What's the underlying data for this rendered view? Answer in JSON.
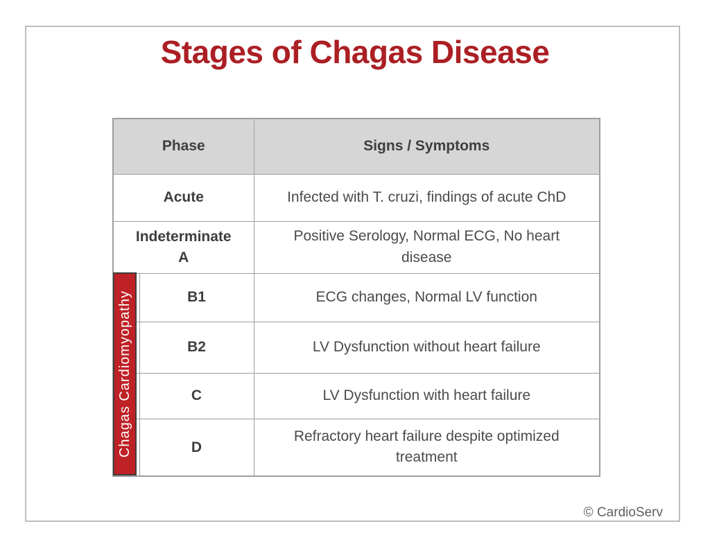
{
  "page": {
    "title": "Stages of Chagas Disease",
    "copyright": "© CardioServ"
  },
  "colors": {
    "title_red": "#AB1F24",
    "group_bar_red": "#BE2126",
    "group_bar_border": "#3F3F3F",
    "header_bg": "#D6D6D6",
    "table_border": "#9E9E9E",
    "frame_border": "#BDBDBD",
    "text_dark": "#3E3E3E",
    "text_body": "#4A4A4A"
  },
  "ui": {
    "table": {
      "column_headers": [
        "Phase",
        "Signs / Symptoms"
      ],
      "group_label": "Chagas Cardiomyopathy",
      "rows": [
        {
          "phase_display": "Acute",
          "signs_display": "Infected with T. cruzi, findings of acute ChD",
          "in_group": false
        },
        {
          "phase_display": "Indeterminate\nA",
          "signs_display": "Positive Serology, Normal ECG, No heart\ndisease",
          "in_group": false
        },
        {
          "phase_display": "B1",
          "signs_display": "ECG changes, Normal LV function",
          "in_group": true
        },
        {
          "phase_display": "B2",
          "signs_display": "LV Dysfunction without heart failure",
          "in_group": true
        },
        {
          "phase_display": "C",
          "signs_display": "LV Dysfunction with heart failure",
          "in_group": true
        },
        {
          "phase_display": "D",
          "signs_display": "Refractory heart failure despite optimized\ntreatment",
          "in_group": true
        }
      ]
    }
  },
  "chart_data": {
    "type": "table",
    "title": "Stages of Chagas Disease",
    "columns": [
      "Phase",
      "Signs / Symptoms"
    ],
    "rows": [
      [
        "Acute",
        "Infected with T. cruzi, findings of acute ChD"
      ],
      [
        "Indeterminate A",
        "Positive Serology, Normal ECG, No heart disease"
      ],
      [
        "B1",
        "ECG changes, Normal LV function"
      ],
      [
        "B2",
        "LV Dysfunction without heart failure"
      ],
      [
        "C",
        "LV Dysfunction with heart failure"
      ],
      [
        "D",
        "Refractory heart failure despite optimized treatment"
      ]
    ],
    "row_group": {
      "label": "Chagas Cardiomyopathy",
      "grouped_phases": [
        "B1",
        "B2",
        "C",
        "D"
      ]
    },
    "attribution": "© CardioServ"
  }
}
